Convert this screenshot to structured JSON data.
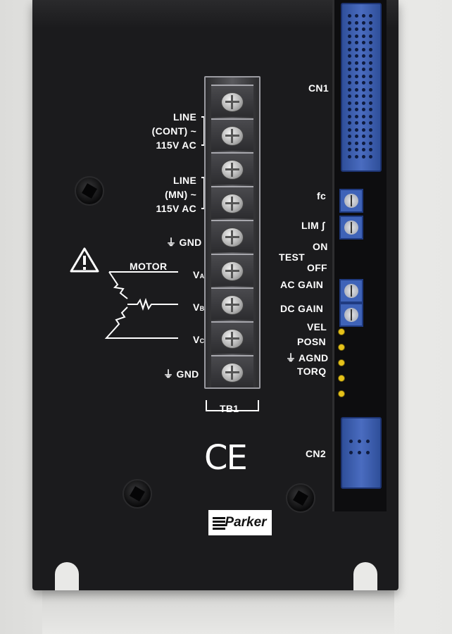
{
  "terminal_labels": {
    "line_cont": [
      "LINE",
      "(CONT) ~",
      "115V AC"
    ],
    "line_mn": [
      "LINE",
      "(MN) ~",
      "115V AC"
    ],
    "gnd_top": "GND",
    "motor": "MOTOR",
    "va": "V",
    "va_sub": "A",
    "vb": "V",
    "vb_sub": "B",
    "vc": "V",
    "vc_sub": "C",
    "gnd_bottom": "GND",
    "tb1": "TB1"
  },
  "right_labels": {
    "cn1": "CN1",
    "fc": "fc",
    "lim": "LIM",
    "on": "ON",
    "test": "TEST",
    "off": "OFF",
    "ac_gain": "AC GAIN",
    "dc_gain": "DC GAIN",
    "vel": "VEL",
    "posn": "POSN",
    "agnd": "AGND",
    "torq": "TORQ",
    "cn2": "CN2"
  },
  "marks": {
    "ce": "CE",
    "brand": "Parker"
  },
  "colors": {
    "panel": "#1b1b1d",
    "connector_blue": "#3f63b8",
    "test_point": "#e6c21a",
    "label_text": "#ffffff"
  }
}
